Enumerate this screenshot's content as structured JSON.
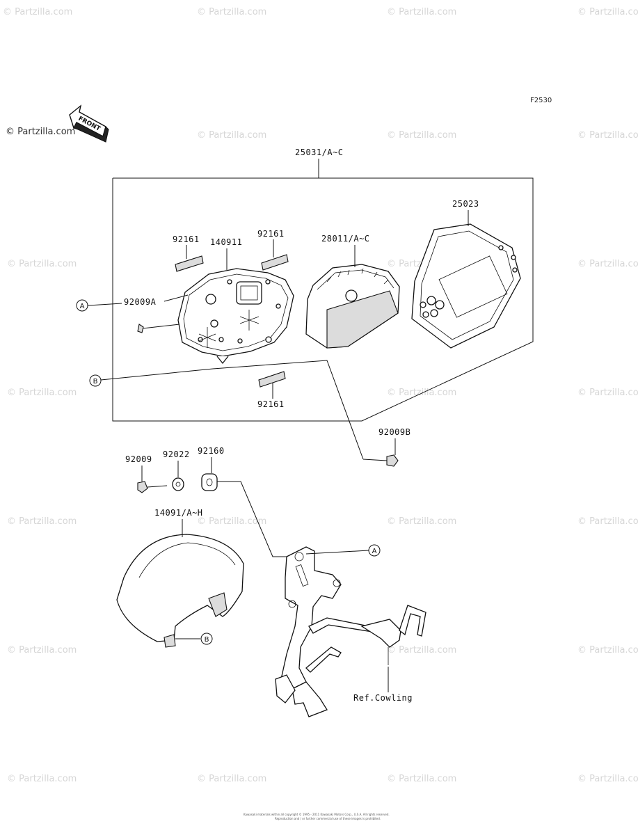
{
  "figure_code": "F2530",
  "watermark_brand": "© Partzilla.com",
  "watermark_text": "© Partzilla.com",
  "front_label": "FRONT",
  "copyright_line1": "Kawasaki materials within all copyright © 1995 - 2011 Kawasaki Motors Corp., U.S.A. All rights reserved.",
  "copyright_line2": "Reproduction and / or further commercial use of these images is prohibited.",
  "parts": {
    "p25031": "25031/A~C",
    "p25023": "25023",
    "p28011": "28011/A~C",
    "p92161_a": "92161",
    "p140911": "140911",
    "p92161_b": "92161",
    "p92009A": "92009A",
    "p92161_c": "92161",
    "p92009B": "92009B",
    "p92009": "92009",
    "p92022": "92022",
    "p92160": "92160",
    "p14091": "14091/A~H",
    "ref_cowling": "Ref.Cowling"
  },
  "callouts": {
    "a_left": "A",
    "b_left": "B",
    "a_right": "A",
    "b_bottom": "B"
  }
}
